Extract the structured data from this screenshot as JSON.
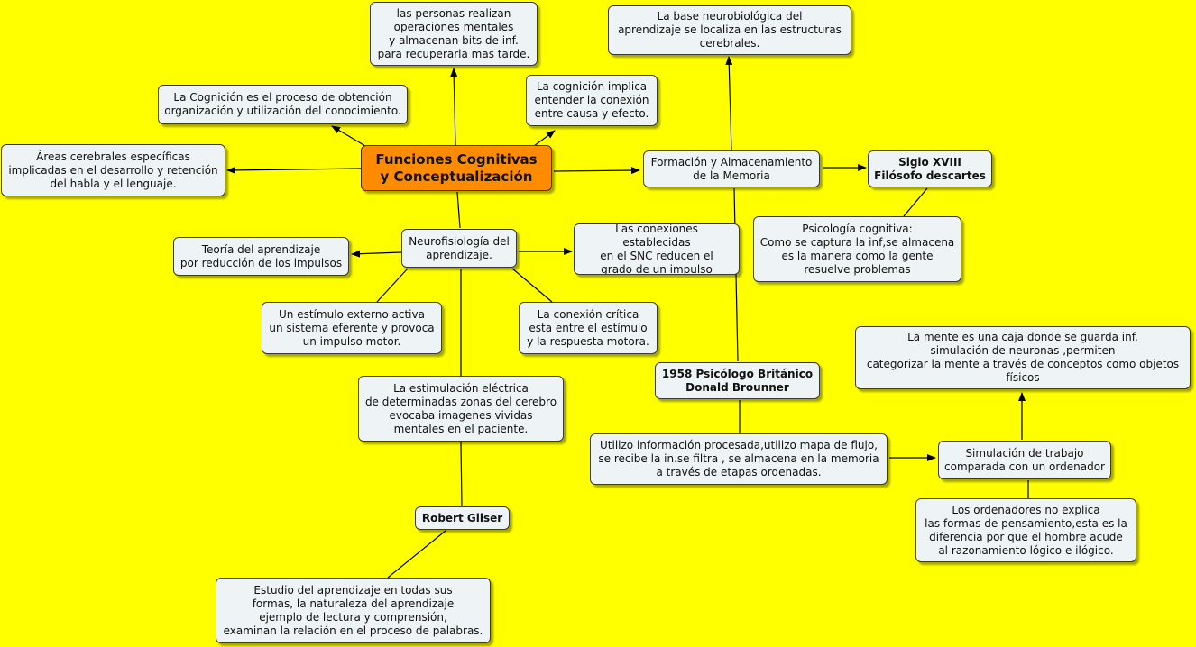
{
  "concept_map": {
    "main": "Funciones Cognitivas\ny Conceptualización",
    "nodes": {
      "personas": "las personas realizan\noperaciones mentales\ny almacenan bits de inf.\npara recuperarla mas tarde.",
      "base_neuro": "La base neurobiológica del\naprendizaje se localiza en las estructuras\ncerebrales.",
      "cognicion_proceso": "La Cognición es el proceso de obtención\norganización y utilización del conocimiento.",
      "cognicion_implica": "La cognición implica\nentender la conexión\nentre causa y efecto.",
      "areas": "Áreas cerebrales específicas\nimplicadas en el desarrollo y retención\ndel habla y el lenguaje.",
      "formacion": "Formación y Almacenamiento\nde la Memoria",
      "siglo": "Siglo XVIII\nFilósofo descartes",
      "psicologia": "Psicología cognitiva:\nComo se captura la inf,se almacena\nes la manera como la gente\nresuelve problemas",
      "neurofisiologia": "Neurofisiología del\naprendizaje.",
      "conexiones_snc": "Las conexiones establecidas\nen el SNC reducen el\ngrado de un impulso",
      "teoria": "Teoría del aprendizaje\npor reducción de los impulsos",
      "estimulo_externo": "Un estímulo externo activa\nun sistema eferente y provoca\nun impulso motor.",
      "conexion_critica": "La conexión crítica\nesta entre el estímulo\ny la respuesta motora.",
      "mente_caja": "La mente es una caja donde se guarda inf.\nsimulación de neuronas ,permiten\ncategorizar la mente a  través de conceptos como objetos\nfísicos",
      "brounner": "1958 Psicólogo Británico\nDonald Brounner",
      "estimulacion": "La estimulación eléctrica\nde determinadas zonas del cerebro\nevocaba imagenes vividas\nmentales en el paciente.",
      "utilizo": "Utilizo información procesada,utilizo mapa de flujo,\nse recibe la in.se filtra , se almacena en la memoria\na través de etapas ordenadas.",
      "simulacion": "Simulación de trabajo\ncomparada con un ordenador",
      "ordenadores": "Los ordenadores no explica\nlas formas de pensamiento,esta es la\ndiferencia por que el hombre acude\nal razonamiento lógico e ilógico.",
      "gliser": "Robert Gliser",
      "estudio": "Estudio del aprendizaje en todas sus\nformas, la naturaleza del aprendizaje\nejemplo de lectura y comprensión,\nexaminan la relación en el proceso de palabras."
    }
  },
  "colors": {
    "background": "#ffff00",
    "main_node": "#ff8c00",
    "node": "#eef3f5",
    "line": "#000000"
  }
}
